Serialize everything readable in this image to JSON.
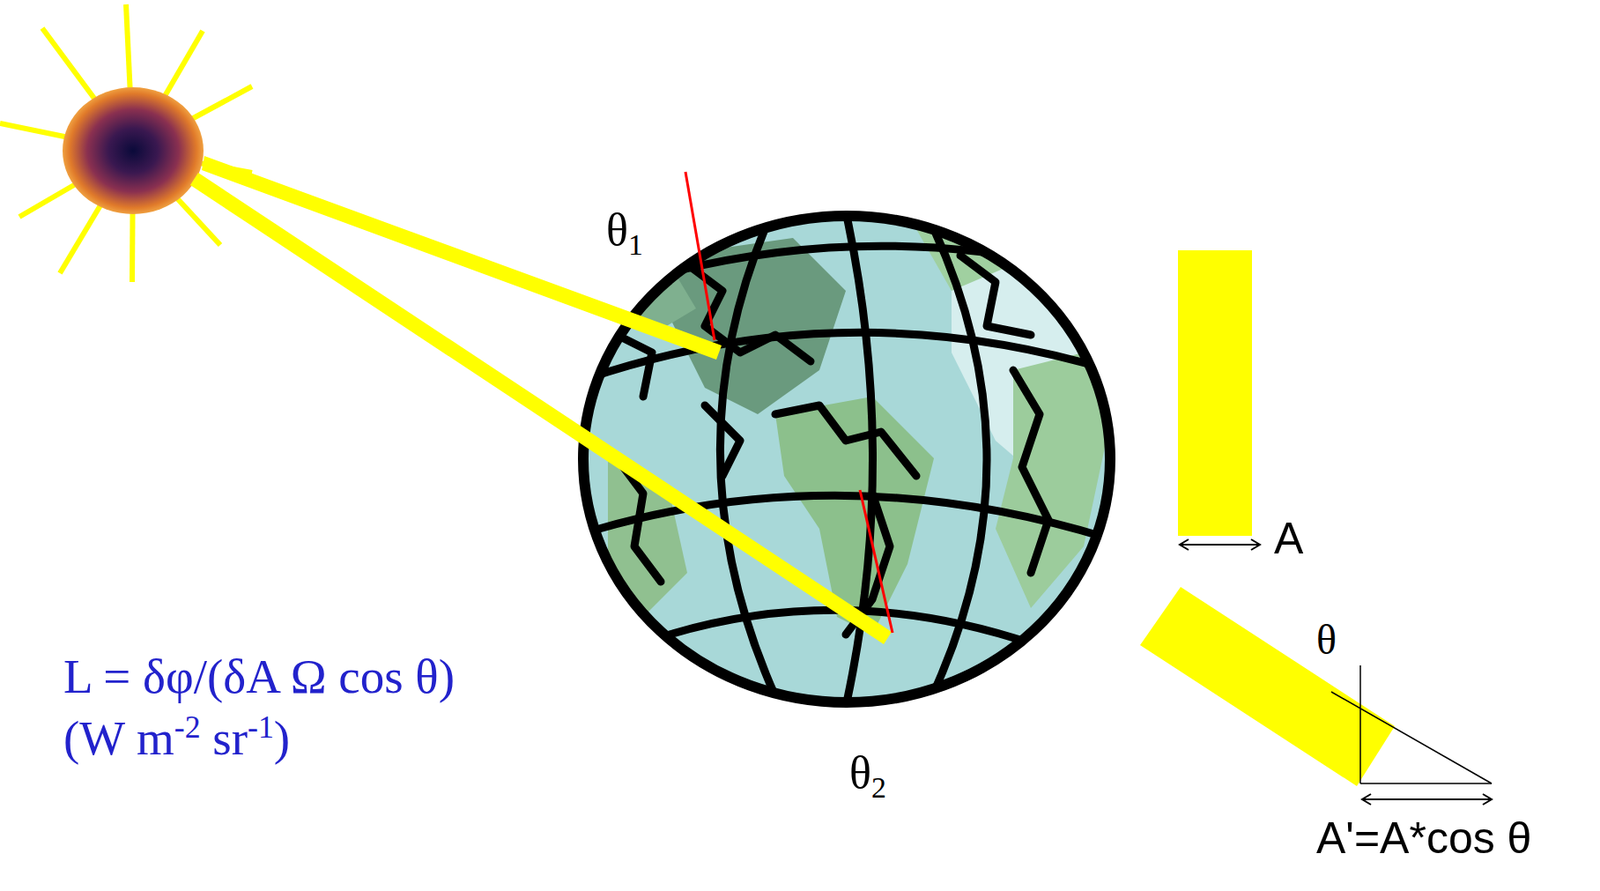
{
  "diagram": {
    "labels": [
      "θ1",
      "θ2",
      "L = δφ/(δA Ω cos θ)",
      "(W m-2 sr-1)",
      "A",
      "θ",
      "A'=A*cos θ"
    ]
  }
}
